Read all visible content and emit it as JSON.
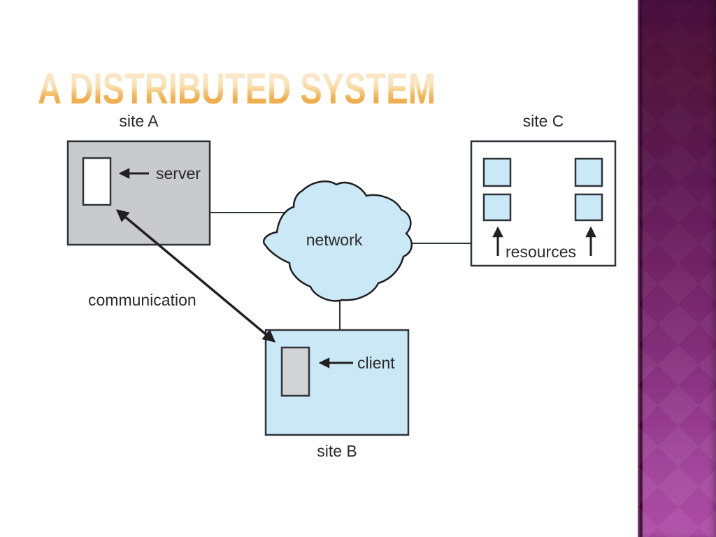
{
  "slide": {
    "title": "A DISTRIBUTED SYSTEM"
  },
  "diagram": {
    "labels": {
      "site_a": "site A",
      "site_b": "site B",
      "site_c": "site C",
      "network": "network",
      "server": "server",
      "client": "client",
      "resources": "resources",
      "communication": "communication"
    },
    "colors": {
      "box_gray": "#c9cacd",
      "box_blue": "#cbe8f7",
      "client_gray": "#d2d3d5",
      "server_white": "#ffffff",
      "outline": "#2f3338",
      "line_black": "#231f20"
    }
  }
}
